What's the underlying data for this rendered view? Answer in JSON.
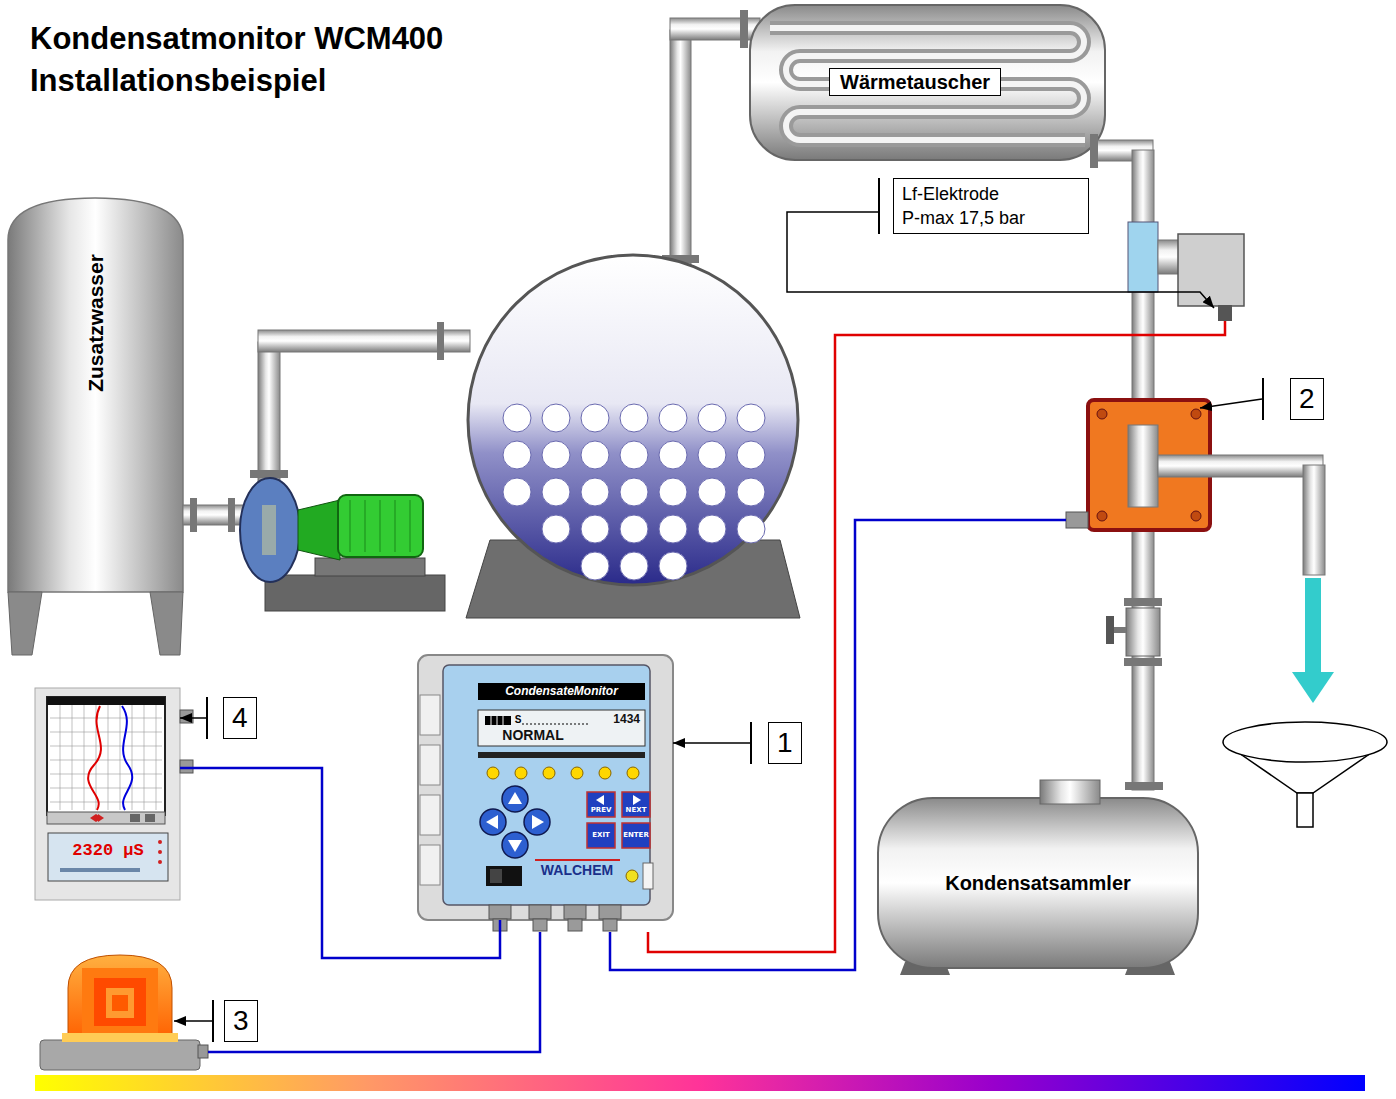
{
  "diagram": {
    "title": "Kondensatmonitor WCM400 Installationsbeispiel",
    "nodes": [
      {
        "text": [
          "Wärmetauscher"
        ]
      },
      {
        "text": [
          "Lf-Elektrode",
          "P-max 17,5 bar"
        ]
      },
      {
        "text": [
          "Zusatzwasser"
        ]
      },
      {
        "text": [
          "2"
        ]
      },
      {
        "text": [
          "4"
        ]
      },
      {
        "text": [
          "2320 µS"
        ]
      },
      {
        "text": [
          "CondensateMonitor",
          "1434",
          "NORMAL",
          "WALCHEM"
        ]
      },
      {
        "text": [
          "1"
        ]
      },
      {
        "text": [
          "Kondensatsammler"
        ]
      },
      {
        "text": [
          "3"
        ]
      }
    ],
    "edges": [
      {
        "from": 7,
        "to": 6,
        "arrow": "to"
      },
      {
        "from": 4,
        "to": 5,
        "arrow": "to"
      },
      {
        "from": 6,
        "to": 5,
        "arrow": "none"
      }
    ],
    "labels": [
      "S",
      "PREV",
      "NEXT",
      "EXIT",
      "ENTER"
    ]
  }
}
